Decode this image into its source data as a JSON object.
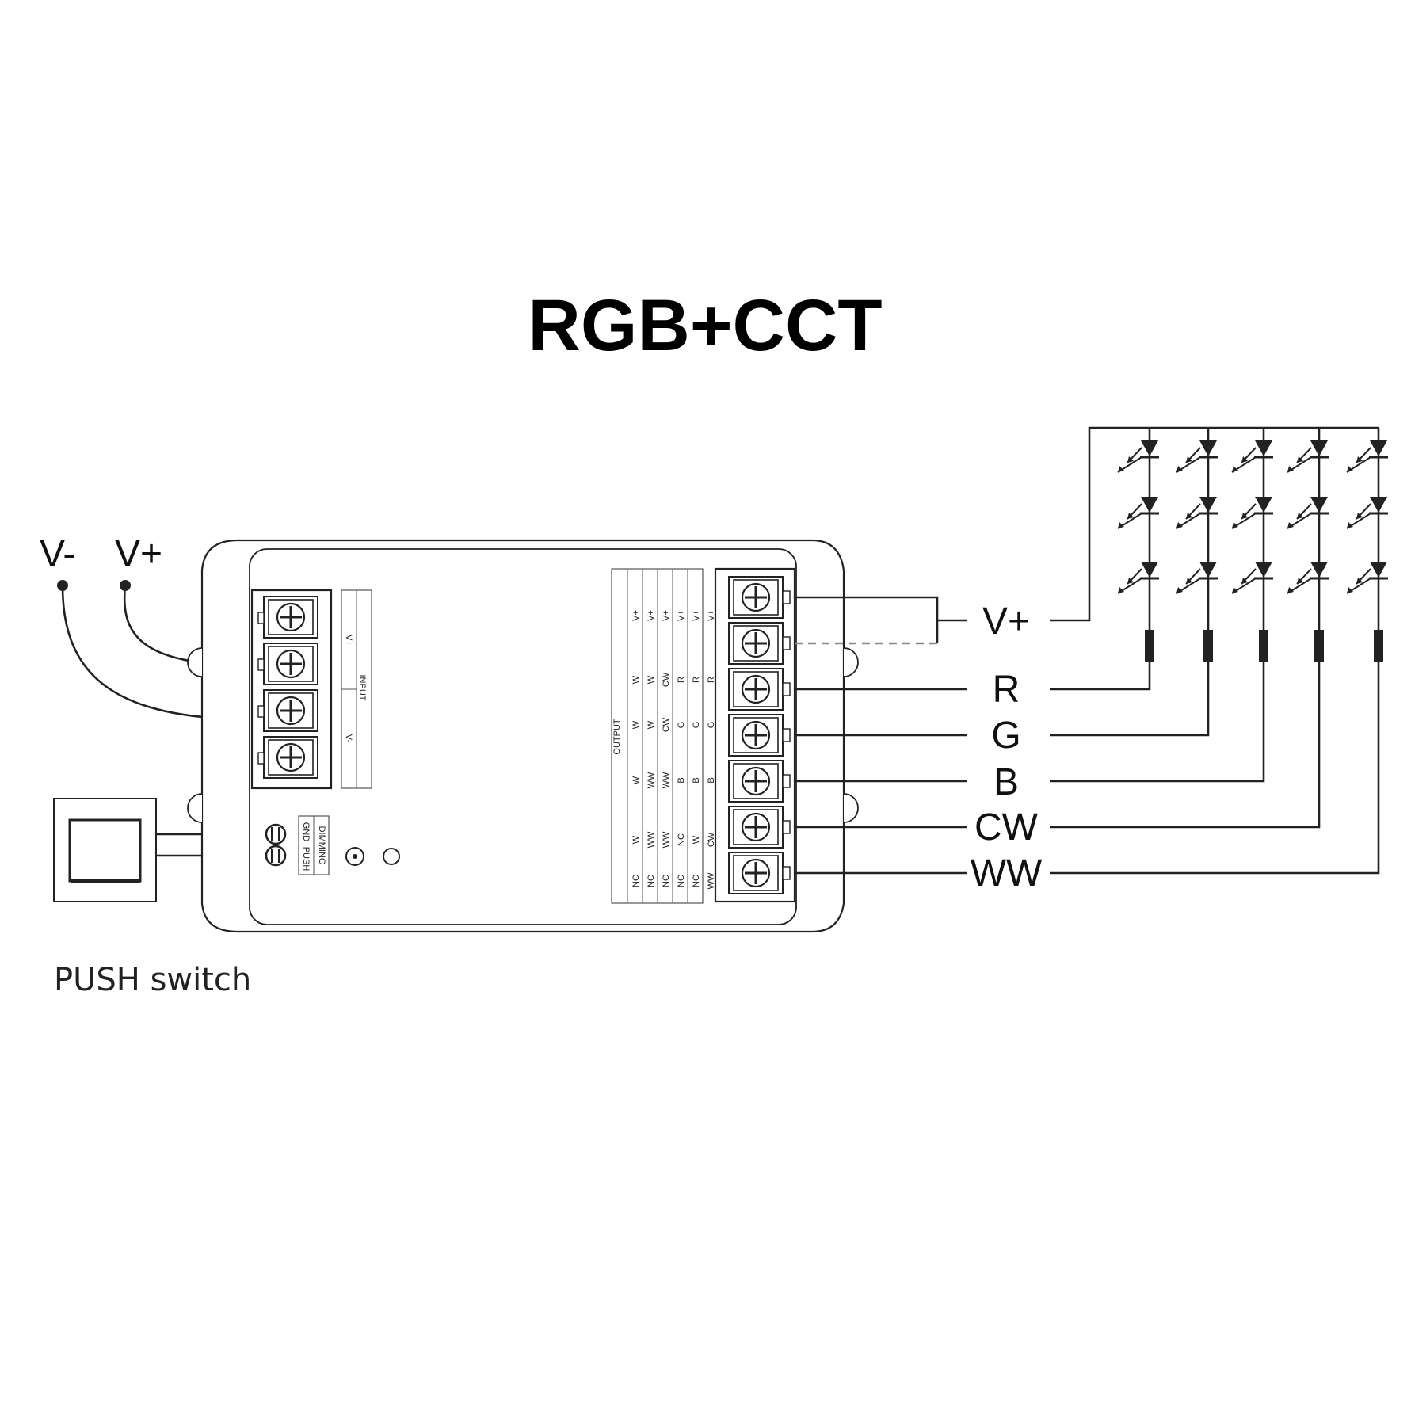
{
  "title": "RGB+CCT",
  "input_labels": {
    "v_minus": "V-",
    "v_plus": "V+"
  },
  "push_switch_label": "PUSH switch",
  "controller": {
    "input_block": {
      "header": "INPUT",
      "v_plus": "V+",
      "v_minus": "V-"
    },
    "dimming_block": {
      "header": "DIMMING",
      "gnd": "GND",
      "push": "PUSH"
    },
    "output_header": "OUTPUT",
    "output_table": [
      [
        "V+",
        "W",
        "W",
        "W",
        "W",
        "NC"
      ],
      [
        "V+",
        "W",
        "W",
        "WW",
        "WW",
        "NC"
      ],
      [
        "V+",
        "CW",
        "CW",
        "WW",
        "WW",
        "NC"
      ],
      [
        "V+",
        "R",
        "G",
        "B",
        "NC",
        "NC"
      ],
      [
        "V+",
        "R",
        "G",
        "B",
        "W",
        "NC"
      ],
      [
        "V+",
        "R",
        "G",
        "B",
        "CW",
        "WW"
      ]
    ]
  },
  "output_wires": [
    "V+",
    "R",
    "G",
    "B",
    "CW",
    "WW"
  ],
  "colors": {
    "line": "#222222",
    "background": "#ffffff",
    "dashed": "#888888"
  }
}
